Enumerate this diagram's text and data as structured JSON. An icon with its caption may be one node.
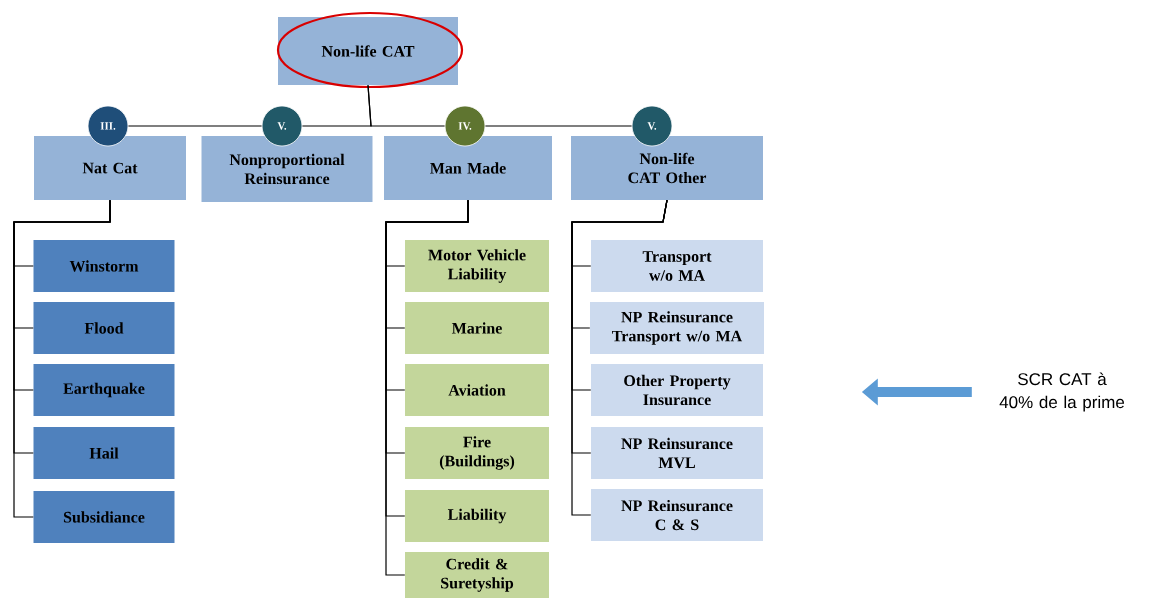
{
  "diagram": {
    "nodes": [
      {
        "text": [
          "Non-life CAT"
        ]
      },
      {
        "text": [
          "Nat Cat"
        ]
      },
      {
        "text": [
          "Nonproportional Reinsurance"
        ]
      },
      {
        "text": [
          "Man Made"
        ]
      },
      {
        "text": [
          "Non-life CAT Other"
        ]
      },
      {
        "text": [
          "III."
        ]
      },
      {
        "text": [
          "V."
        ]
      },
      {
        "text": [
          "IV."
        ]
      },
      {
        "text": [
          "V."
        ]
      },
      {
        "text": [
          "Winstorm"
        ]
      },
      {
        "text": [
          "Flood"
        ]
      },
      {
        "text": [
          "Earthquake"
        ]
      },
      {
        "text": [
          "Hail"
        ]
      },
      {
        "text": [
          "Subsidiance"
        ]
      },
      {
        "text": [
          "Motor Vehicle Liability"
        ]
      },
      {
        "text": [
          "Marine"
        ]
      },
      {
        "text": [
          "Aviation"
        ]
      },
      {
        "text": [
          "Fire (Buildings)"
        ]
      },
      {
        "text": [
          "Liability"
        ]
      },
      {
        "text": [
          "Credit & Suretyship"
        ]
      },
      {
        "text": [
          "Transport w/o MA"
        ]
      },
      {
        "text": [
          "NP Reinsurance Transport w/o MA"
        ]
      },
      {
        "text": [
          "Other Property Insurance"
        ]
      },
      {
        "text": [
          "NP Reinsurance MVL"
        ]
      },
      {
        "text": [
          "NP Reinsurance C & S"
        ]
      },
      {
        "text": [
          "SCR CAT à 40% de la prime"
        ]
      }
    ],
    "edges": [
      {
        "from": 0,
        "to": 6,
        "arrow": "none"
      },
      {
        "from": 6,
        "to": 5,
        "arrow": "none"
      },
      {
        "from": 0,
        "to": 7,
        "arrow": "none"
      },
      {
        "from": 7,
        "to": 8,
        "arrow": "none"
      },
      {
        "from": 1,
        "to": 9,
        "arrow": "none"
      },
      {
        "from": 1,
        "to": 10,
        "arrow": "none"
      },
      {
        "from": 1,
        "to": 11,
        "arrow": "none"
      },
      {
        "from": 1,
        "to": 12,
        "arrow": "none"
      },
      {
        "from": 1,
        "to": 13,
        "arrow": "none"
      },
      {
        "from": 3,
        "to": 14,
        "arrow": "none"
      },
      {
        "from": 3,
        "to": 15,
        "arrow": "none"
      },
      {
        "from": 3,
        "to": 16,
        "arrow": "none"
      },
      {
        "from": 3,
        "to": 17,
        "arrow": "none"
      },
      {
        "from": 3,
        "to": 18,
        "arrow": "none"
      },
      {
        "from": 3,
        "to": 19,
        "arrow": "none"
      },
      {
        "from": 4,
        "to": 20,
        "arrow": "none"
      },
      {
        "from": 4,
        "to": 21,
        "arrow": "none"
      },
      {
        "from": 4,
        "to": 22,
        "arrow": "none"
      },
      {
        "from": 4,
        "to": 23,
        "arrow": "none"
      },
      {
        "from": 4,
        "to": 24,
        "arrow": "none"
      },
      {
        "from": 25,
        "to": null,
        "arrow": "to",
        "style": "thick",
        "color": "#5b9bd5"
      }
    ]
  }
}
